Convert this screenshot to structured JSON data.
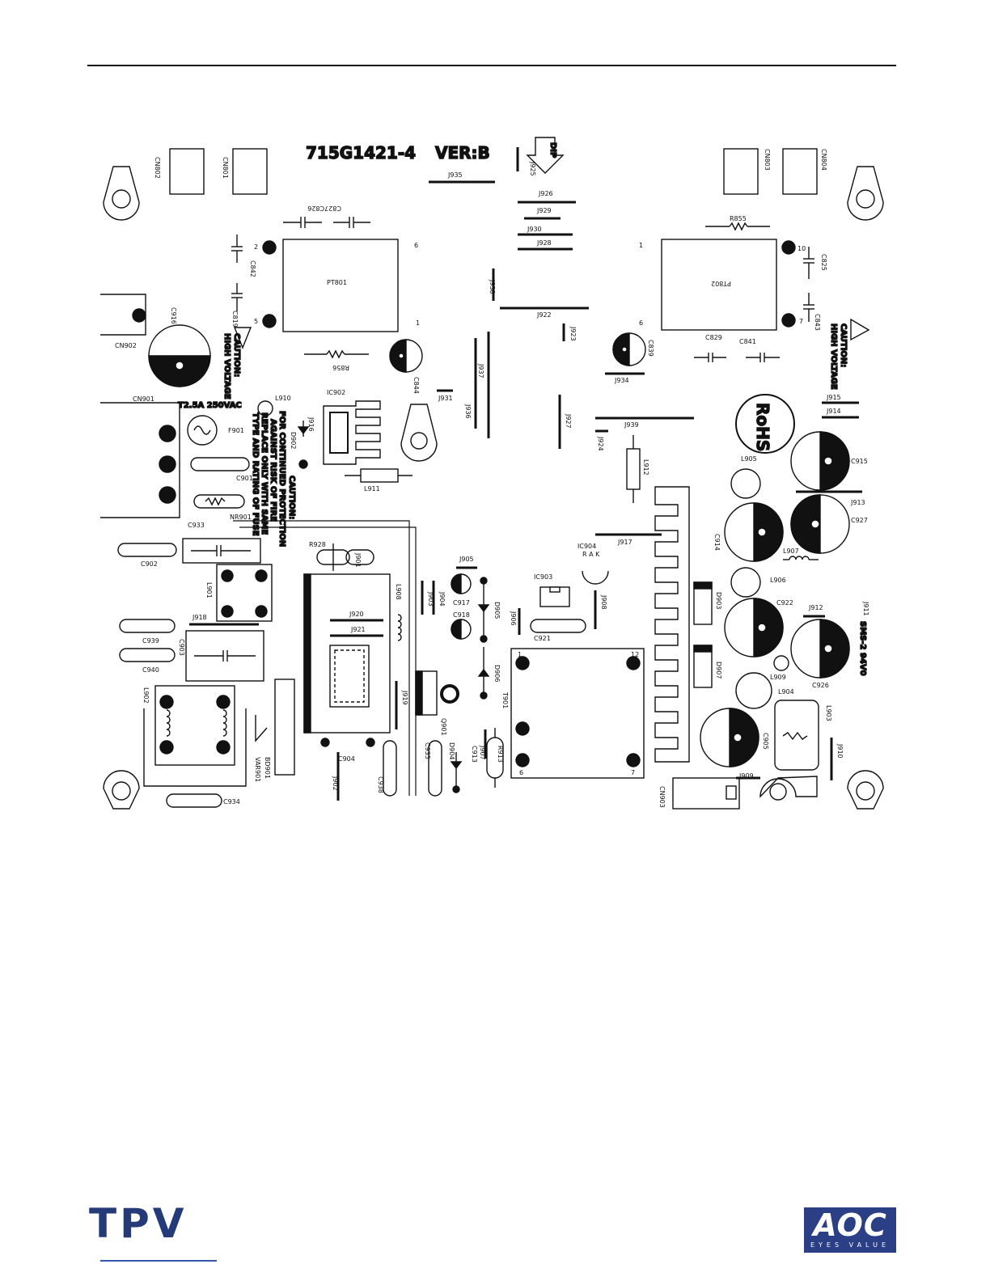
{
  "board": {
    "part_number": "715G1421-4",
    "version": "VER:B",
    "dip_mark": "DIP",
    "rohs_mark": "RoHS",
    "ul_mark": "SMS-2 94V0",
    "fuse_rating": "T2.5A  250VAC"
  },
  "warnings": {
    "hv_left": [
      "CAUTION:",
      "HIGH VOLTAGE"
    ],
    "hv_right": [
      "CAUTION:",
      "HIGH VOLTAGE"
    ],
    "fuse_caution": [
      "CAUTION:",
      "FOR CONTINUED PROTECTION",
      "AGAINST RISK OF FIRE",
      "REPLACE ONLY WITH SAME",
      "TYPE AND RATING OF FUSE"
    ]
  },
  "labels": {
    "cn802": "CN802",
    "cn801": "CN801",
    "cn803": "CN803",
    "cn804": "CN804",
    "j935": "J935",
    "j925": "J925",
    "j926": "J926",
    "j929": "J929",
    "j930": "J930",
    "j928": "J928",
    "c827c826": "C827C826",
    "r855": "R855",
    "c825": "C825",
    "c842": "C842",
    "c819": "C819",
    "c843": "C843",
    "pt801": "PT801",
    "pt802": "PT802",
    "j938": "J938",
    "j922": "J922",
    "j923": "J923",
    "cn902": "CN902",
    "c916": "C916",
    "r856": "R856",
    "c844": "C844",
    "c839": "C839",
    "j934": "J934",
    "c829": "C829",
    "c841": "C841",
    "j931": "J931",
    "j937": "J937",
    "j936": "J936",
    "j927": "J927",
    "cn901": "CN901",
    "f901": "F901",
    "l910": "L910",
    "ic902": "IC902",
    "j916": "J916",
    "d902": "D902",
    "j915": "J915",
    "j914": "J914",
    "j939": "J939",
    "j924": "J924",
    "l912": "L912",
    "l911": "L911",
    "c901": "C901",
    "nr901": "NR901",
    "l905": "L905",
    "c915": "C915",
    "j913": "J913",
    "c927": "C927",
    "c914": "C914",
    "l907": "L907",
    "l906": "L906",
    "c933": "C933",
    "c902": "C902",
    "r928": "R928",
    "j901": "J901",
    "j917": "J917",
    "ic904": "IC904",
    "ic904_pins": "R  A  K",
    "j905": "J905",
    "c917": "C917",
    "ic903": "IC903",
    "l901": "L901",
    "l908": "L908",
    "j903": "J903",
    "j904": "J904",
    "d905": "D905",
    "j908": "J908",
    "d903": "D903",
    "c922": "C922",
    "j912": "J912",
    "j911": "J911",
    "j918": "J918",
    "c939": "C939",
    "c940": "C940",
    "c903": "C903",
    "j920": "J920",
    "j921": "J921",
    "c918": "C918",
    "j906": "J906",
    "c921": "C921",
    "d906": "D906",
    "t901": "T901",
    "d907": "D907",
    "l909": "L909",
    "l904": "L904",
    "c926": "C926",
    "l902": "L902",
    "bd901": "BD901",
    "var901": "VAR901",
    "c904": "C904",
    "j919": "J919",
    "q901": "Q901",
    "c935": "C935",
    "d904": "D904",
    "c913": "C913",
    "j907": "J907",
    "r913": "R913",
    "l903": "L903",
    "c905": "C905",
    "j910": "J910",
    "j902": "J902",
    "c938": "C938",
    "c934": "C934",
    "cn903": "CN903",
    "j909": "J909"
  },
  "pins": {
    "t901_12": "12",
    "t901_1": "1",
    "t901_6": "6",
    "t901_7": "7",
    "pt801_2": "2",
    "pt801_5": "5",
    "pt801_6": "6",
    "pt801_1": "1",
    "pt802_1": "1",
    "pt802_10": "10",
    "pt802_7": "7",
    "pt802_6": "6"
  },
  "footer": {
    "left_logo": "TPV",
    "right_logo": "AOC",
    "right_tagline": "EYES VALUE"
  }
}
